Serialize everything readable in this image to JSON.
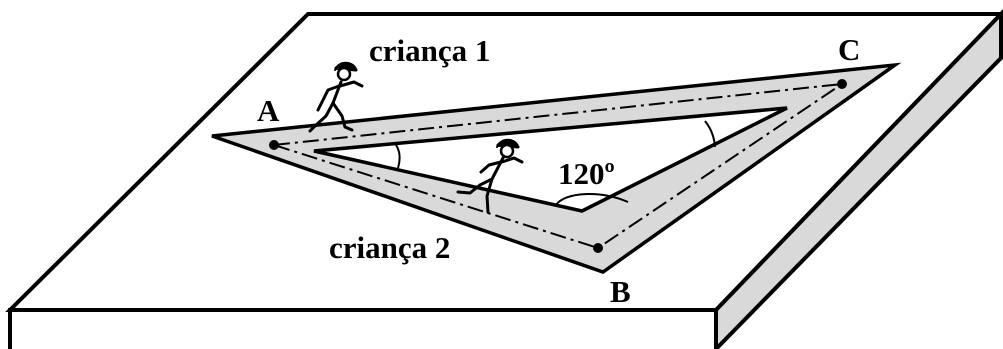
{
  "figure": {
    "labels": {
      "child1": "criança 1",
      "child2": "criança 2",
      "vertex_a": "A",
      "vertex_b": "B",
      "vertex_c": "C",
      "angle": "120º"
    },
    "colors": {
      "stroke": "#000000",
      "path_fill": "#d9d9d9",
      "side_face": "#d9d9d9",
      "background": "#ffffff"
    }
  }
}
